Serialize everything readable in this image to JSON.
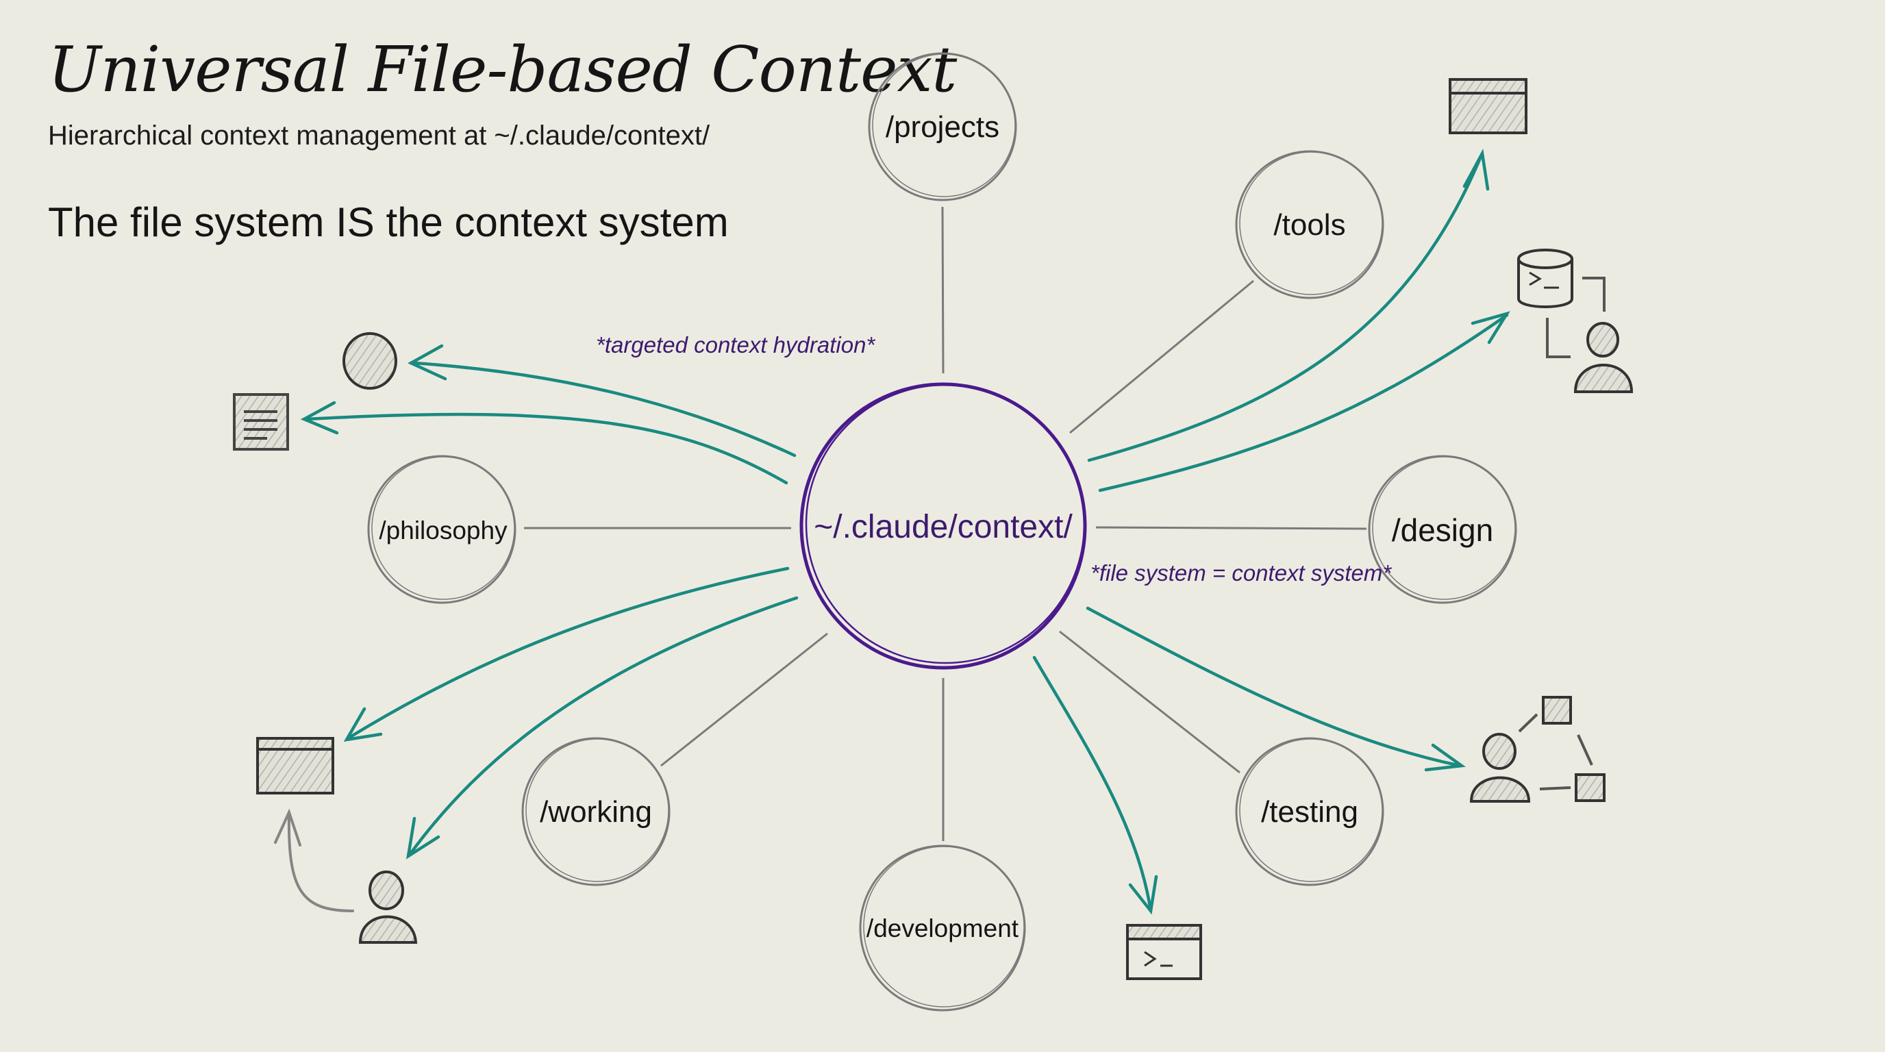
{
  "header": {
    "title": "Universal File-based Context",
    "subtitle": "Hierarchical context management at ~/.claude/context/",
    "tagline": "The file system IS the context system"
  },
  "center": {
    "label": "~/.claude/context/"
  },
  "nodes": [
    {
      "id": "projects",
      "label": "/projects"
    },
    {
      "id": "tools",
      "label": "/tools"
    },
    {
      "id": "philosophy",
      "label": "/philosophy"
    },
    {
      "id": "design",
      "label": "/design"
    },
    {
      "id": "working",
      "label": "/working"
    },
    {
      "id": "development",
      "label": "/development"
    },
    {
      "id": "testing",
      "label": "/testing"
    }
  ],
  "annotations": {
    "hydration": "*targeted context hydration*",
    "equivalence": "*file system = context system*"
  },
  "icons": [
    {
      "name": "user-circle-icon",
      "meaning": "shaded circle"
    },
    {
      "name": "document-icon",
      "meaning": "document with lines"
    },
    {
      "name": "window-icon",
      "meaning": "browser window"
    },
    {
      "name": "database-terminal-icon",
      "meaning": "database with terminal prompt"
    },
    {
      "name": "user-icon",
      "meaning": "person"
    },
    {
      "name": "network-icon",
      "meaning": "person connected to nodes"
    },
    {
      "name": "terminal-icon",
      "meaning": "terminal window"
    }
  ],
  "colors": {
    "background": "#ecebe2",
    "center_stroke": "#4a1a8c",
    "node_stroke": "#7a7a7a",
    "arrow": "#1a8a80",
    "annotation": "#3d1a6e"
  }
}
